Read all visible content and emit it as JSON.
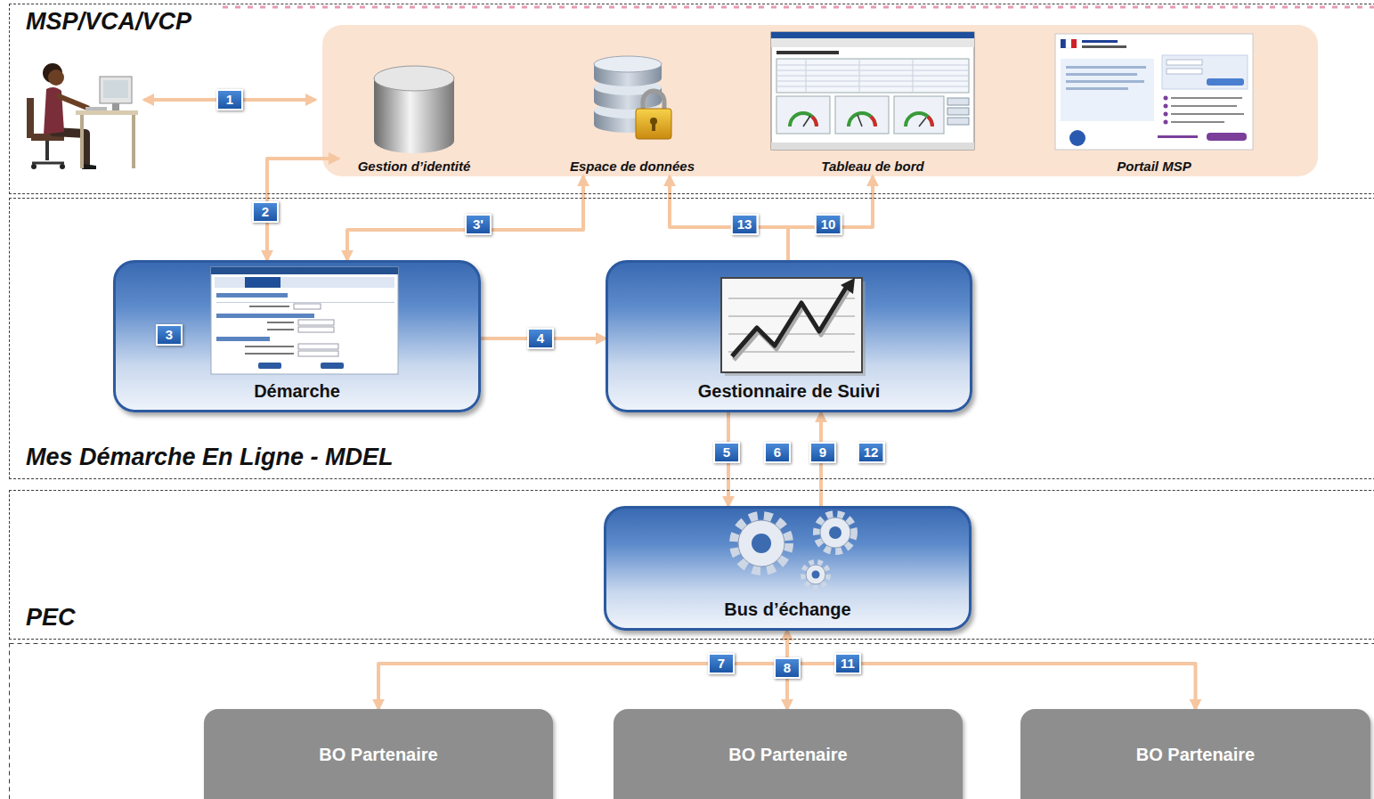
{
  "diagram": {
    "nodes": [
      {
        "text": [
          "MSP/VCA/VCP"
        ]
      },
      {
        "text": [
          "Gestion d’identité"
        ],
        "in": 0
      },
      {
        "text": [
          "Espace de données"
        ],
        "in": 0
      },
      {
        "text": [
          "Tableau de bord"
        ],
        "in": 0
      },
      {
        "text": [
          "Portail MSP"
        ],
        "in": 0
      },
      {
        "text": [
          "Mes Démarche En Ligne - MDEL"
        ]
      },
      {
        "text": [
          "Démarche"
        ],
        "in": 5
      },
      {
        "text": [
          "Gestionnaire de Suivi"
        ],
        "in": 5
      },
      {
        "text": [
          "PEC"
        ]
      },
      {
        "text": [
          "Bus d’échange"
        ],
        "in": 8
      },
      {
        "text": [
          "BO Partenaire"
        ]
      },
      {
        "text": [
          "BO Partenaire"
        ]
      },
      {
        "text": [
          "BO Partenaire"
        ]
      }
    ],
    "edges": [
      {
        "from": 6,
        "to": 1,
        "arrow": "both",
        "label": "2"
      },
      {
        "from": 6,
        "to": 2,
        "arrow": "both",
        "label": "3'"
      },
      {
        "from": 6,
        "to": 7,
        "arrow": "to",
        "label": "4"
      },
      {
        "from": 7,
        "to": 9,
        "arrow": "to",
        "label": "5"
      },
      {
        "from": 9,
        "to": 7,
        "arrow": "to",
        "label": "9"
      },
      {
        "from": 7,
        "to": 3,
        "arrow": "to",
        "label": "10"
      },
      {
        "from": 9,
        "to": 10,
        "arrow": "both",
        "label": "7"
      },
      {
        "from": 9,
        "to": 11,
        "arrow": "both",
        "label": "8"
      },
      {
        "from": 9,
        "to": 12,
        "arrow": "both",
        "label": "11"
      },
      {
        "from": 7,
        "to": 2,
        "arrow": "to",
        "label": "13"
      }
    ],
    "labels": [
      "1",
      "3",
      "6",
      "12"
    ]
  }
}
